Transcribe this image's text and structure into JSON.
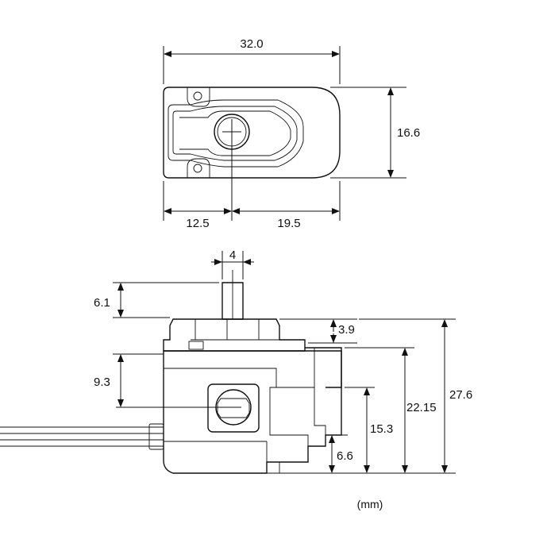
{
  "top_view": {
    "width_label": "32.0",
    "height_label": "16.6",
    "left_offset_label": "12.5",
    "right_offset_label": "19.5"
  },
  "side_view": {
    "shaft_width_label": "4",
    "shaft_length_label": "6.1",
    "step_label": "3.9",
    "axis_height_label": "9.3",
    "total_height_label": "27.6",
    "body_height_label": "22.15",
    "axis_from_bottom_label": "15.3",
    "foot_height_label": "6.6"
  },
  "units_label": "(mm)"
}
